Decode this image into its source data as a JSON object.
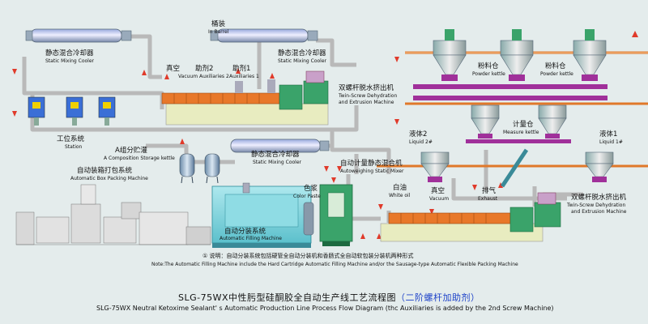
{
  "colors": {
    "background": "#e4ecec",
    "pipe": "#bdbdbd",
    "arrow_red": "#e03a2a",
    "rail_orange": "#e0782a",
    "equipment_green": "#3aa36a",
    "hopper_purple": "#a0309a",
    "tank_cyan": "#7fd0e0",
    "machine_cyan": "#6fd0d8",
    "title_blue": "#1a3fc8"
  },
  "labels": {
    "mixer_top_left": {
      "cn": "静态混合冷却器",
      "en": "Static Mixing Cooler"
    },
    "mixer_top_mid": {
      "cn": "静态混合冷却器",
      "en": "Static Mixing Cooler"
    },
    "mixer_center": {
      "cn": "静态混合冷却器",
      "en": "Static Mixing Cooler"
    },
    "barrel": {
      "cn": "桶装",
      "en": "In Barrel"
    },
    "vacuum_aux2": {
      "cn": "真空",
      "en": "Vacuum Auxiliaries 2"
    },
    "aux1": {
      "cn": "助剂1",
      "en": "Auxiliaries 1"
    },
    "aux_aux2": {
      "cn": "助剂2"
    },
    "twin_screw_top": {
      "cn": "双螺杆脱水挤出机",
      "en1": "Twin-Screw Dehydration",
      "en2": "and Extrusion Machine"
    },
    "twin_screw_right": {
      "cn": "双螺杆脱水挤出机",
      "en1": "Twin-Screw Dehydration",
      "en2": "and Extrusion Machine"
    },
    "powder_kettle_1": {
      "cn": "粉料仓",
      "en": "Powder kettle"
    },
    "powder_kettle_2": {
      "cn": "粉料仓",
      "en": "Powder kettle"
    },
    "measure_kettle": {
      "cn": "计量仓",
      "en": "Measure kettle"
    },
    "liquid2": {
      "cn": "液体2",
      "en": "Liquid 2#"
    },
    "liquid1": {
      "cn": "液体1",
      "en": "Liquid 1#"
    },
    "station": {
      "cn": "工位系统",
      "en": "Station"
    },
    "storage_kettle": {
      "cn": "A组分贮灌",
      "en": "A Composition Storage kettle"
    },
    "box_packing": {
      "cn": "自动装箱打包系统",
      "en": "Automatic Box Packing Machine"
    },
    "filling": {
      "cn": "自动分装系统",
      "en": "Automatic Filling Machine"
    },
    "color_paste": {
      "cn": "色浆",
      "en": "Color Paste"
    },
    "static_mixer": {
      "cn": "自动计量静态混合机",
      "en": "Autoweighing Static Mixer"
    },
    "white_oil": {
      "cn": "白油",
      "en": "White oil"
    },
    "vacuum": {
      "cn": "真空",
      "en": "Vacuum"
    },
    "exhaust": {
      "cn": "排气",
      "en": "Exhaust"
    }
  },
  "note": {
    "cn": "① 说明：自动分装系统包括硬管全自动分装机和香肠式全自动软包装分装机两种形式",
    "en": "Note:The Automatic Filling Machine include the Hard Cartridge Automatic Filling Machine and/or the Sausage-type Automatic Flexible Packing Machine"
  },
  "title": {
    "cn": "SLG-75WX中性肟型硅酮胶全自动生产线工艺流程图",
    "cn_highlight": "（二阶螺杆加助剂）",
    "en": "SLG-75WX Neutral Ketoxime Sealant' s Automatic Production Line Process Flow Diagram  (thc Auxiliaries is added by the 2nd Screw Machine)"
  }
}
